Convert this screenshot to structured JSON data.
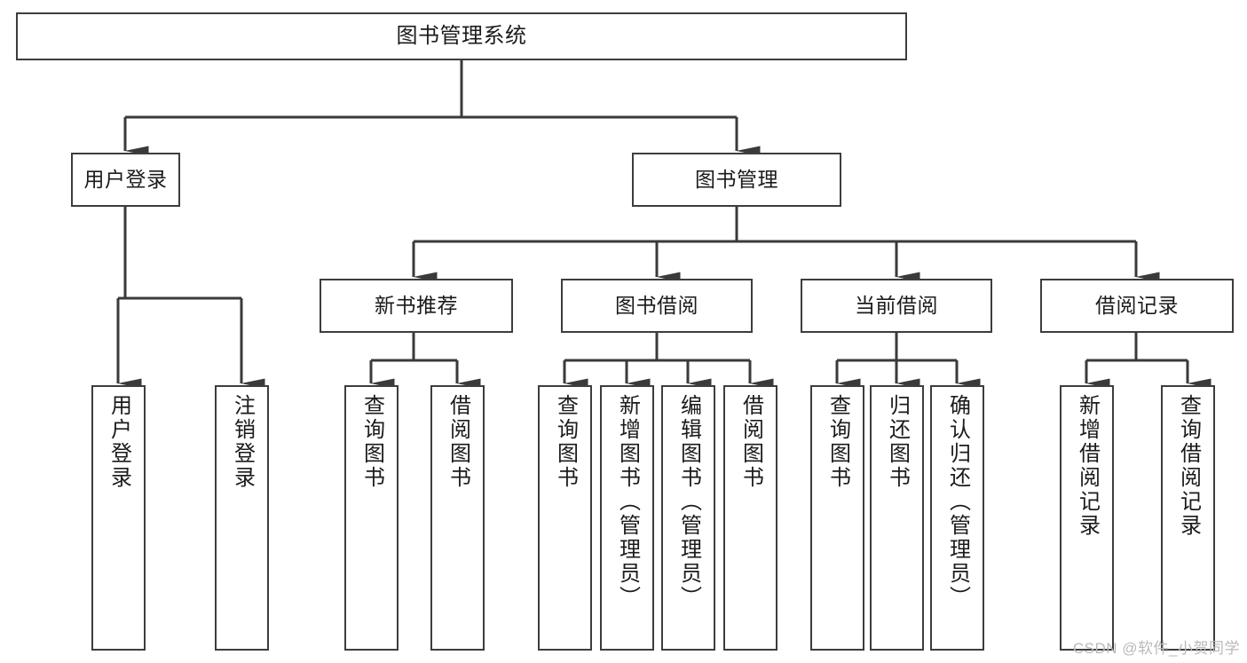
{
  "diagram": {
    "title": "图书管理系统",
    "type": "tree-hierarchy",
    "colors": {
      "box_border": "#3d3d3d",
      "box_fill": "#ffffff",
      "edge": "#3a3a3a",
      "text": "#1b1b1b",
      "watermark": "#b9b9b9",
      "background": "#ffffff"
    }
  },
  "root": {
    "label": "图书管理系统"
  },
  "level2": [
    {
      "label": "用户登录"
    },
    {
      "label": "图书管理"
    }
  ],
  "level3": [
    {
      "label": "新书推荐"
    },
    {
      "label": "图书借阅"
    },
    {
      "label": "当前借阅"
    },
    {
      "label": "借阅记录"
    }
  ],
  "leaves": [
    {
      "label": "用户登录"
    },
    {
      "label": "注销登录"
    },
    {
      "label": "查询图书"
    },
    {
      "label": "借阅图书"
    },
    {
      "label": "查询图书"
    },
    {
      "label": "新增图书（管理员）"
    },
    {
      "label": "编辑图书（管理员）"
    },
    {
      "label": "借阅图书"
    },
    {
      "label": "查询图书"
    },
    {
      "label": "归还图书"
    },
    {
      "label": "确认归还（管理员）"
    },
    {
      "label": "新增借阅记录"
    },
    {
      "label": "查询借阅记录"
    }
  ],
  "watermark": {
    "text": "CSDN @软件_小贺同学"
  }
}
